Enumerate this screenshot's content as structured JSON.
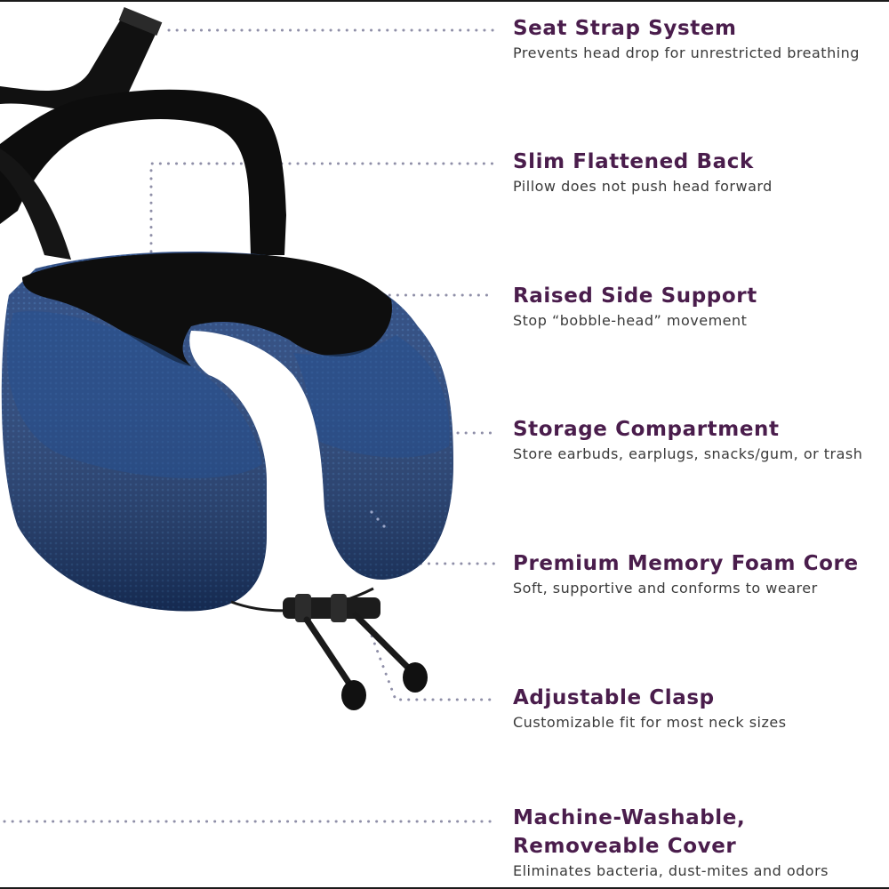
{
  "colors": {
    "title": "#4a1d4c",
    "description": "#3a3a3a",
    "dots": "#8f8fa8",
    "pillow_blue": "#1f3f7a",
    "strap_black": "#111111"
  },
  "product_image": {
    "icon": "travel-neck-pillow-illustration"
  },
  "features": [
    {
      "title": "Seat Strap System",
      "description": "Prevents head drop for unrestricted breathing"
    },
    {
      "title": "Slim Flattened Back",
      "description": "Pillow does not push head forward"
    },
    {
      "title": "Raised Side Support",
      "description": "Stop “bobble-head” movement"
    },
    {
      "title": "Storage Compartment",
      "description": "Store earbuds, earplugs, snacks/gum, or trash"
    },
    {
      "title": "Premium Memory Foam Core",
      "description": "Soft, supportive and conforms to wearer"
    },
    {
      "title": "Adjustable Clasp",
      "description": "Customizable fit for most neck sizes"
    },
    {
      "title_lines": [
        "Machine-Washable,",
        "Removeable Cover"
      ],
      "description": "Eliminates bacteria, dust-mites and odors"
    }
  ]
}
